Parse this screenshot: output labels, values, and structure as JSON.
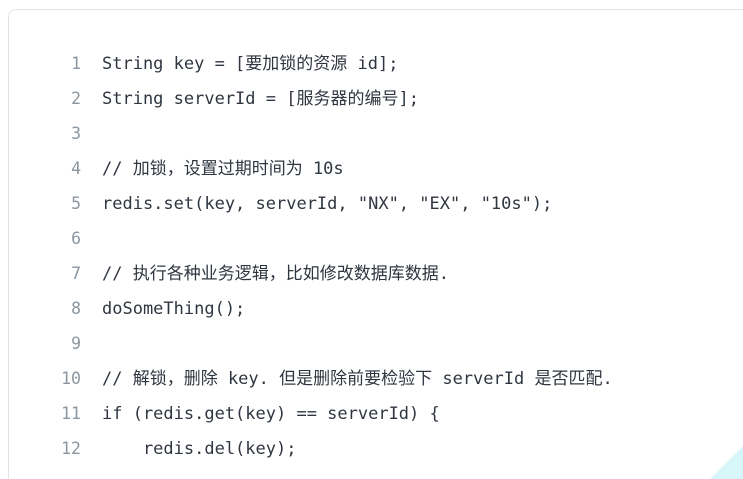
{
  "code_block": {
    "language": "java",
    "background_color": "#ffffff",
    "border_color": "#e3e3e6",
    "text_color": "#2f3640",
    "line_number_color": "#8c96a0",
    "corner_accent_color": "#d7f7fb",
    "lines": [
      {
        "number": "1",
        "text": "String key = [要加锁的资源 id];"
      },
      {
        "number": "2",
        "text": "String serverId = [服务器的编号];"
      },
      {
        "number": "3",
        "text": ""
      },
      {
        "number": "4",
        "text": "// 加锁，设置过期时间为 10s"
      },
      {
        "number": "5",
        "text": "redis.set(key, serverId, \"NX\", \"EX\", \"10s\");"
      },
      {
        "number": "6",
        "text": ""
      },
      {
        "number": "7",
        "text": "// 执行各种业务逻辑，比如修改数据库数据."
      },
      {
        "number": "8",
        "text": "doSomeThing();"
      },
      {
        "number": "9",
        "text": ""
      },
      {
        "number": "10",
        "text": "// 解锁，删除 key. 但是删除前要检验下 serverId 是否匹配."
      },
      {
        "number": "11",
        "text": "if (redis.get(key) == serverId) {"
      },
      {
        "number": "12",
        "text": "    redis.del(key);"
      }
    ]
  }
}
